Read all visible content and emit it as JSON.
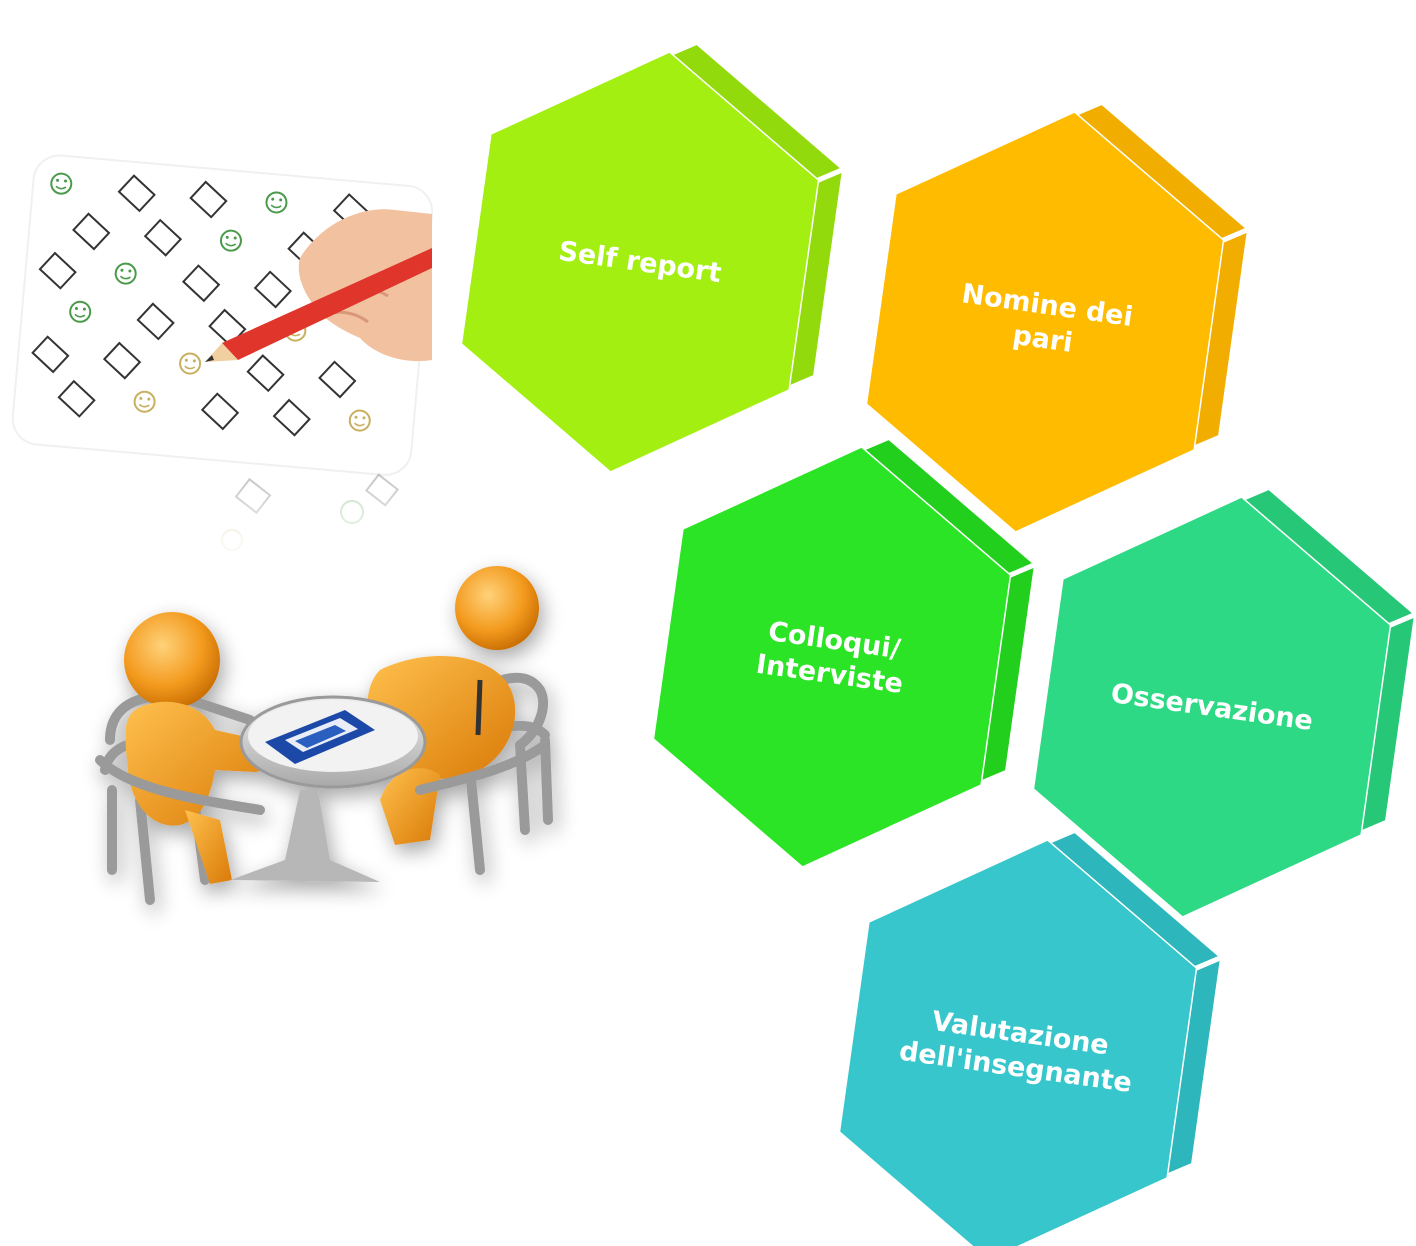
{
  "colors": {
    "background": "#ffffff",
    "label_text": "#ffffff",
    "hex_edge": "#ffffff",
    "figure_orange": "#f39a1e",
    "chair_grey": "#9a9a9a",
    "table_grey": "#c7c7c7",
    "book_blue": "#2b5fbf",
    "pencil_red": "#e0352b"
  },
  "illustrations": {
    "questionnaire": {
      "icon": "questionnaire-checklist-icon",
      "description_icon_names": [
        "checkbox-icon",
        "smiley-face-icon",
        "red-pencil-icon",
        "hand-icon"
      ]
    },
    "interview": {
      "icon": "two-people-at-table-icon"
    }
  },
  "hexagons": [
    {
      "id": "self-report",
      "lines": [
        "Self report"
      ],
      "front": "#a4ef12",
      "side": "#92da0c"
    },
    {
      "id": "nomine-dei-pari",
      "lines": [
        "Nomine dei",
        "pari"
      ],
      "front": "#ffbb00",
      "side": "#f1ad00"
    },
    {
      "id": "colloqui-interviste",
      "lines": [
        "Colloqui/",
        "Interviste"
      ],
      "front": "#2be425",
      "side": "#22cf1c"
    },
    {
      "id": "osservazione",
      "lines": [
        "Osservazione"
      ],
      "front": "#2ed985",
      "side": "#26c878"
    },
    {
      "id": "valutazione-insegnante",
      "lines": [
        "Valutazione",
        "dell'insegnante"
      ],
      "front": "#36c6cb",
      "side": "#2db6bb"
    }
  ]
}
